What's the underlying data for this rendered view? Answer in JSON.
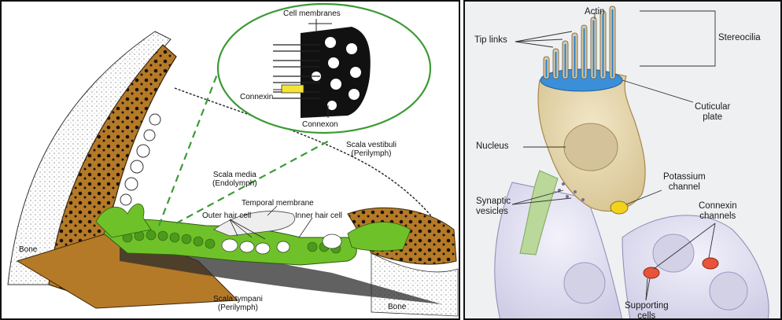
{
  "left_panel": {
    "labels": {
      "cell_membranes": "Cell membranes",
      "connexin": "Connexin",
      "connexon": "Connexon",
      "scala_vestibuli": "Scala vestibuli",
      "scala_vestibuli_sub": "(Perilymph)",
      "scala_media": "Scala media",
      "scala_media_sub": "(Endolymph)",
      "temporal_membrane": "Temporal membrane",
      "outer_hair_cell": "Outer hair cell",
      "inner_hair_cell": "Inner hair cell",
      "bone_left": "Bone",
      "bone_right": "Bone",
      "scala_tympani": "Scala tympani",
      "scala_tympani_sub": "(Perilymph)"
    },
    "colors": {
      "bone": "#b57a28",
      "hair_cells": "#6fc129",
      "inset_circle": "#3b9a35",
      "dashed_lines": "#3b9a35"
    }
  },
  "right_panel": {
    "labels": {
      "actin": "Actin",
      "tip_links": "Tip links",
      "stereocilia": "Stereocilia",
      "cuticular_plate_1": "Cuticular",
      "cuticular_plate_2": "plate",
      "nucleus": "Nucleus",
      "potassium_channel_1": "Potassium",
      "potassium_channel_2": "channel",
      "synaptic_vesicles_1": "Synaptic",
      "synaptic_vesicles_2": "vesicles",
      "connexin_channels_1": "Connexin",
      "connexin_channels_2": "channels",
      "supporting_cells_1": "Supporting",
      "supporting_cells_2": "cells"
    },
    "colors": {
      "cell_body": "#e8d9b2",
      "cuticular_plate": "#3a8fd8",
      "potassium_channel": "#f2d21c",
      "connexin_channel": "#e8533a",
      "supporting_cell": "#e3e2f2"
    }
  }
}
